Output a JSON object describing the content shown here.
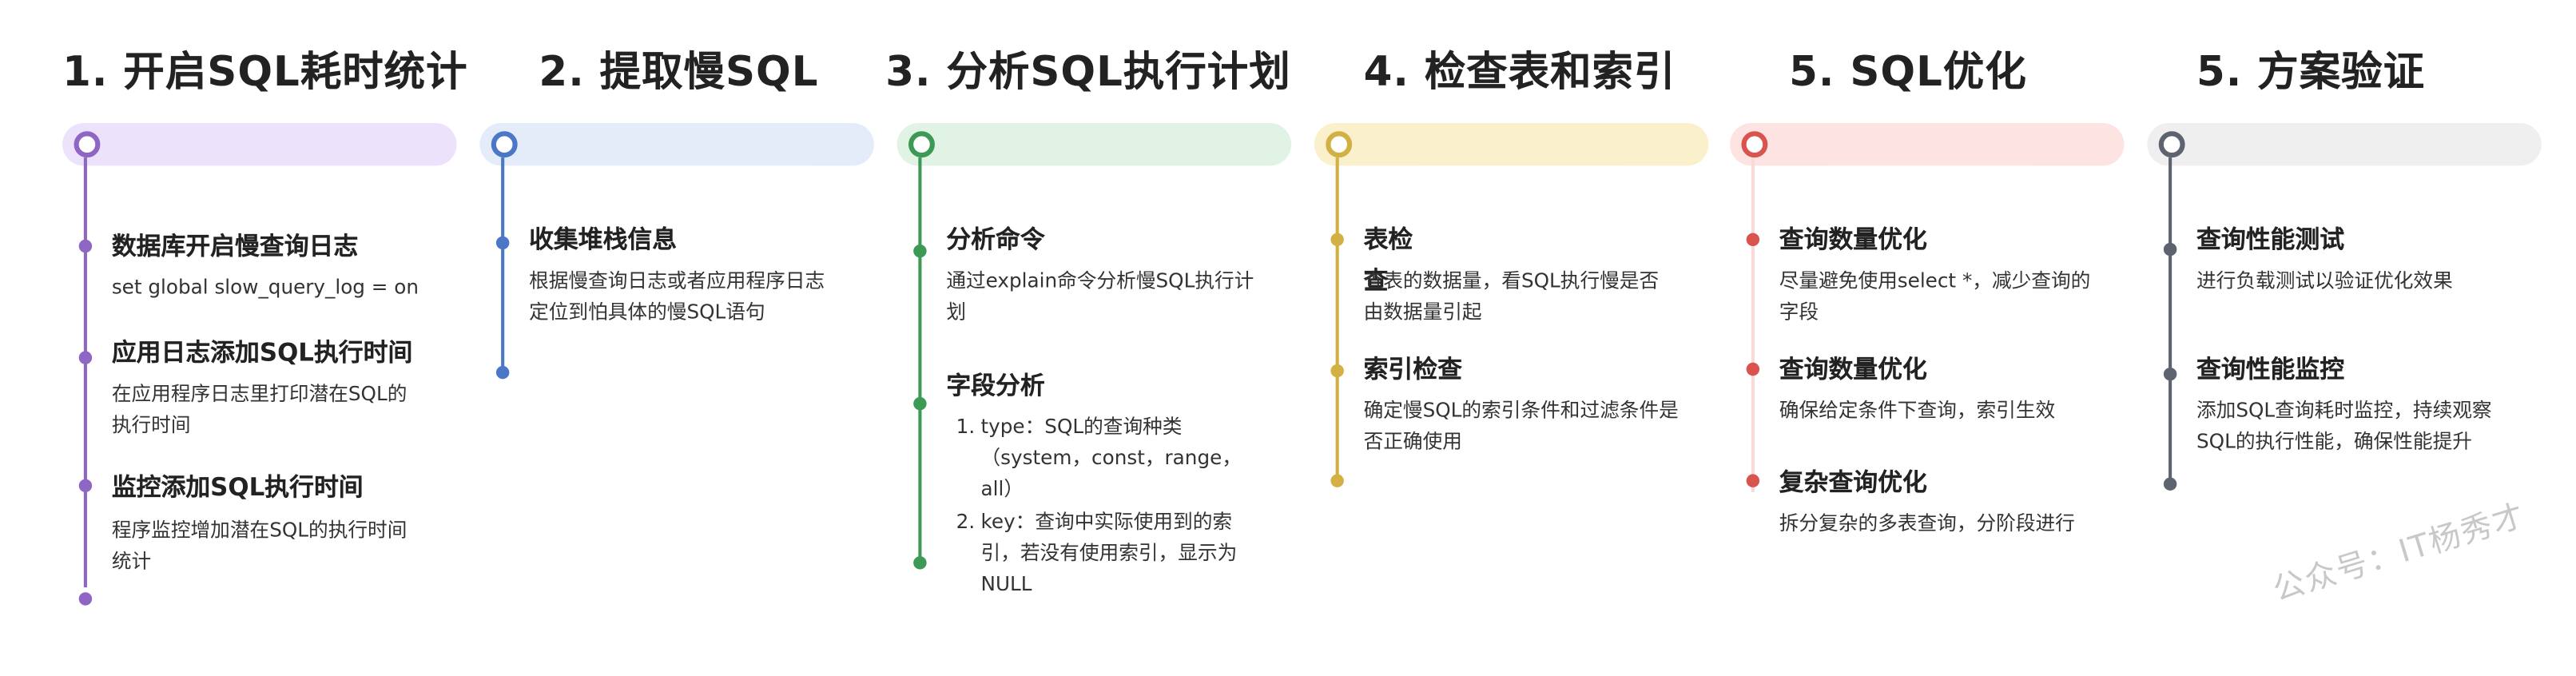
{
  "colors": {
    "c1": {
      "accent": "#8f66c4",
      "bar": "#ece2fb"
    },
    "c2": {
      "accent": "#4b77c7",
      "bar": "#e4ecfa"
    },
    "c3": {
      "accent": "#3c9a54",
      "bar": "#e0f3e4"
    },
    "c4": {
      "accent": "#d3b043",
      "bar": "#fbf0cc"
    },
    "c5": {
      "accent": "#d9534f",
      "bar": "#fde4e2"
    },
    "c6": {
      "accent": "#5d6470",
      "bar": "#efefef"
    }
  },
  "columns": [
    {
      "title": "1. 开启SQL耗时统计",
      "items": [
        {
          "heading": "数据库开启慢查询日志",
          "desc": [
            "set global slow_query_log = on"
          ]
        },
        {
          "heading": "应用日志添加SQL执行时间",
          "desc": [
            "在应用程序日志里打印潜在SQL的",
            "执行时间"
          ]
        },
        {
          "heading": "监控添加SQL执行时间",
          "desc": [
            "程序监控增加潜在SQL的执行时间",
            "统计"
          ]
        }
      ]
    },
    {
      "title": "2. 提取慢SQL",
      "items": [
        {
          "heading": "收集堆栈信息",
          "desc": [
            "根据慢查询日志或者应用程序日志",
            "定位到怕具体的慢SQL语句"
          ]
        }
      ]
    },
    {
      "title": "3. 分析SQL执行计划",
      "items": [
        {
          "heading": "分析命令",
          "desc": [
            "通过explain命令分析慢SQL执行计",
            "划"
          ]
        },
        {
          "heading": "字段分析",
          "desc": []
        }
      ],
      "list": [
        {
          "num": "1.",
          "lines": [
            "type：SQL的查询种类",
            "（system，const，range，",
            "all）"
          ]
        },
        {
          "num": "2.",
          "lines": [
            "key：查询中实际使用到的索",
            "引，若没有使用索引，显示为",
            "NULL"
          ]
        }
      ]
    },
    {
      "title": "4. 检查表和索引",
      "items": [
        {
          "heading": "表检",
          "heading2": "查",
          "desc": [
            "查表的数据量，看SQL执行慢是否",
            "由数据量引起"
          ]
        },
        {
          "heading": "索引检查",
          "desc": [
            "确定慢SQL的索引条件和过滤条件是",
            "否正确使用"
          ]
        }
      ]
    },
    {
      "title": "5. SQL优化",
      "items": [
        {
          "heading": "查询数量优化",
          "desc": [
            "尽量避免使用select *，减少查询的",
            "字段"
          ]
        },
        {
          "heading": "查询数量优化",
          "desc": [
            "确保给定条件下查询，索引生效"
          ]
        },
        {
          "heading": "复杂查询优化",
          "desc": [
            "拆分复杂的多表查询，分阶段进行"
          ]
        }
      ]
    },
    {
      "title": "5. 方案验证",
      "items": [
        {
          "heading": "查询性能测试",
          "desc": [
            "进行负载测试以验证优化效果"
          ]
        },
        {
          "heading": "查询性能监控",
          "desc": [
            "添加SQL查询耗时监控，持续观察",
            "SQL的执行性能，确保性能提升"
          ]
        }
      ]
    }
  ],
  "watermark": "公众号：IT杨秀才"
}
